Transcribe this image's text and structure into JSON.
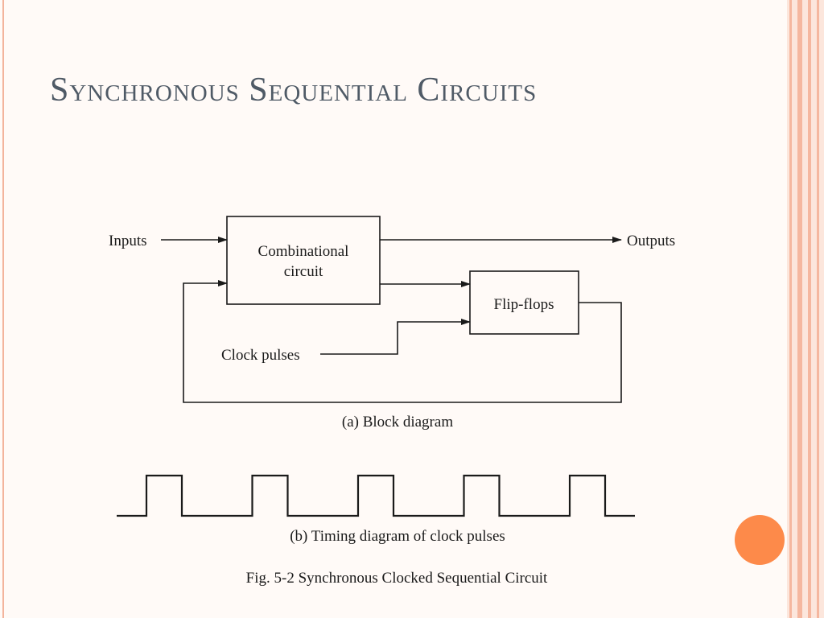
{
  "slide": {
    "title": "Synchronous Sequential Circuits"
  },
  "block_diagram": {
    "inputs_label": "Inputs",
    "outputs_label": "Outputs",
    "combinational_line1": "Combinational",
    "combinational_line2": "circuit",
    "flipflops_label": "Flip-flops",
    "clock_label": "Clock pulses",
    "caption": "(a) Block diagram"
  },
  "timing_diagram": {
    "caption": "(b) Timing diagram of clock pulses",
    "pulse_count": 5
  },
  "figure_caption": "Fig. 5-2  Synchronous Clocked Sequential Circuit",
  "colors": {
    "accent": "#fd8a4a",
    "title": "#4f5a66",
    "border": "#f3b49d"
  }
}
